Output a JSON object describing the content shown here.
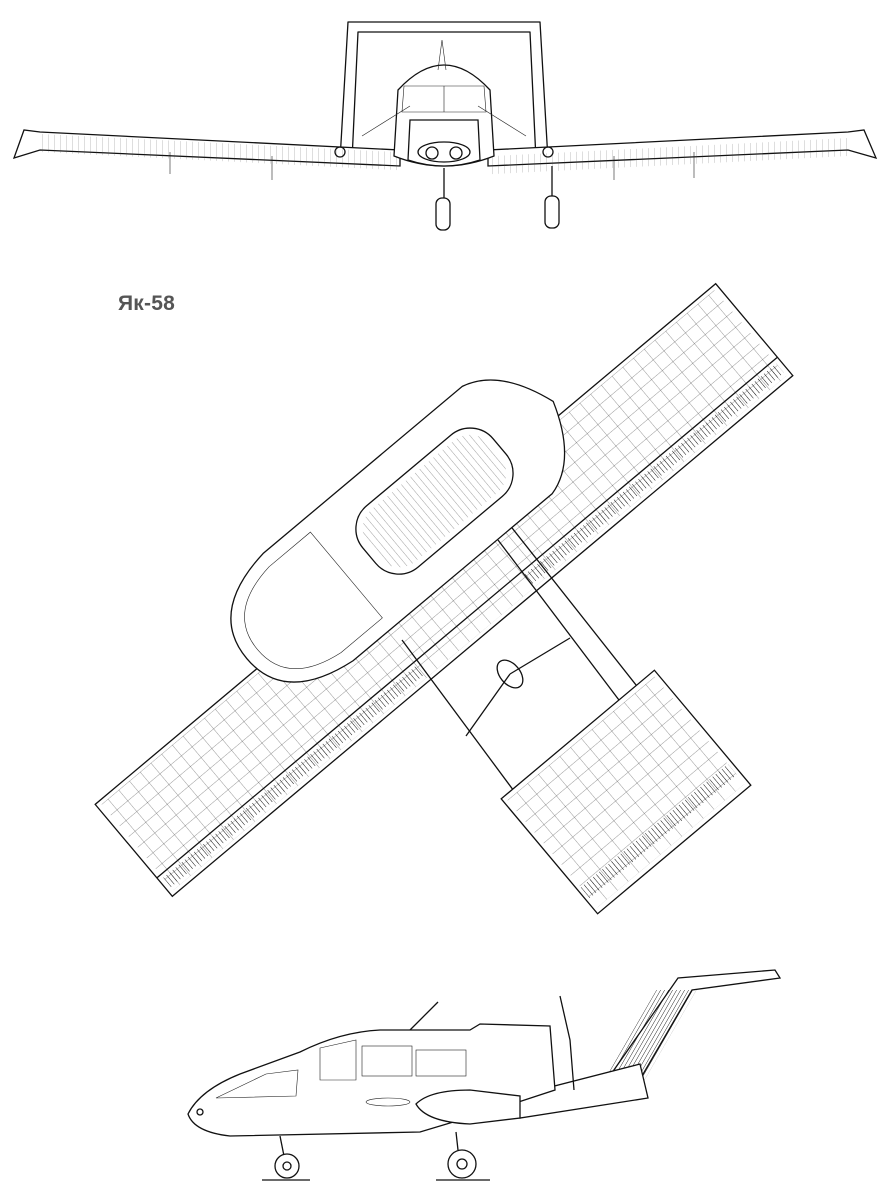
{
  "drawing": {
    "title": "Як-58",
    "views": [
      "front-view",
      "top-view",
      "side-view"
    ]
  },
  "colors": {
    "line": "#111111",
    "title": "#555555",
    "background": "#ffffff"
  }
}
